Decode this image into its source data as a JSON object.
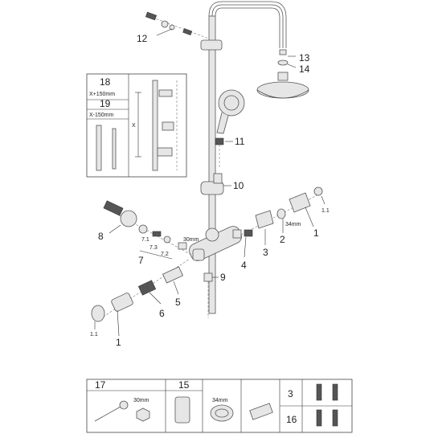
{
  "callouts": {
    "c1": "1",
    "c1_1": "1.1",
    "c1b": "1",
    "c1_1b": "1.1",
    "c2": "2",
    "c3": "3",
    "c4": "4",
    "c5": "5",
    "c6": "6",
    "c7": "7",
    "c7_1": "7.1",
    "c7_2": "7.2",
    "c7_3": "7.3",
    "c8": "8",
    "c9": "9",
    "c10": "10",
    "c11": "11",
    "c12": "12",
    "c13": "13",
    "c14": "14"
  },
  "inset": {
    "item18": "18",
    "item18_note": "X+150mm",
    "item19": "19",
    "item19_note": "X-150mm",
    "dimension_x": "X"
  },
  "dimensions": {
    "d30": "30mm",
    "d34": "34mm"
  },
  "tools_table": {
    "col17": "17",
    "col17_size": "30mm",
    "col15": "15",
    "col15_size": "34mm",
    "row3": "3",
    "row16": "16"
  },
  "colors": {
    "line": "#555555",
    "fill": "#e6e6e6",
    "text": "#222222"
  }
}
